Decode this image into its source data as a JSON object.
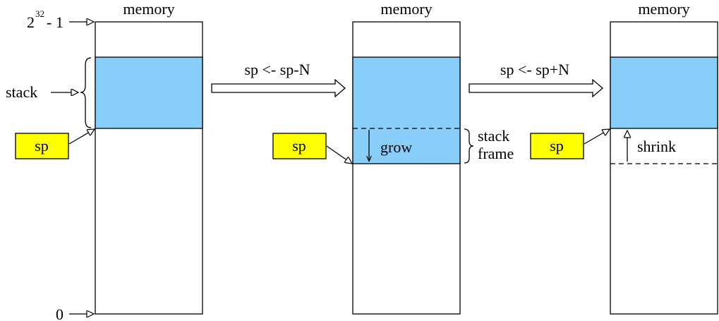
{
  "colors": {
    "stack_fill": "#87CEFA",
    "sp_fill": "#FFFF00",
    "line": "#000000",
    "background": "#FFFFFF"
  },
  "panels": [
    {
      "title": "memory",
      "top_label_base": "2",
      "top_label_exp": "32",
      "top_label_rest": "- 1",
      "stack_label": "stack",
      "bottom_label": "0",
      "sp_label": "sp"
    },
    {
      "title": "memory",
      "sp_label": "sp",
      "grow_label": "grow",
      "frame_label_line1": "stack",
      "frame_label_line2": "frame"
    },
    {
      "title": "memory",
      "sp_label": "sp",
      "shrink_label": "shrink"
    }
  ],
  "transitions": [
    {
      "label": "sp <- sp-N"
    },
    {
      "label": "sp <- sp+N"
    }
  ]
}
